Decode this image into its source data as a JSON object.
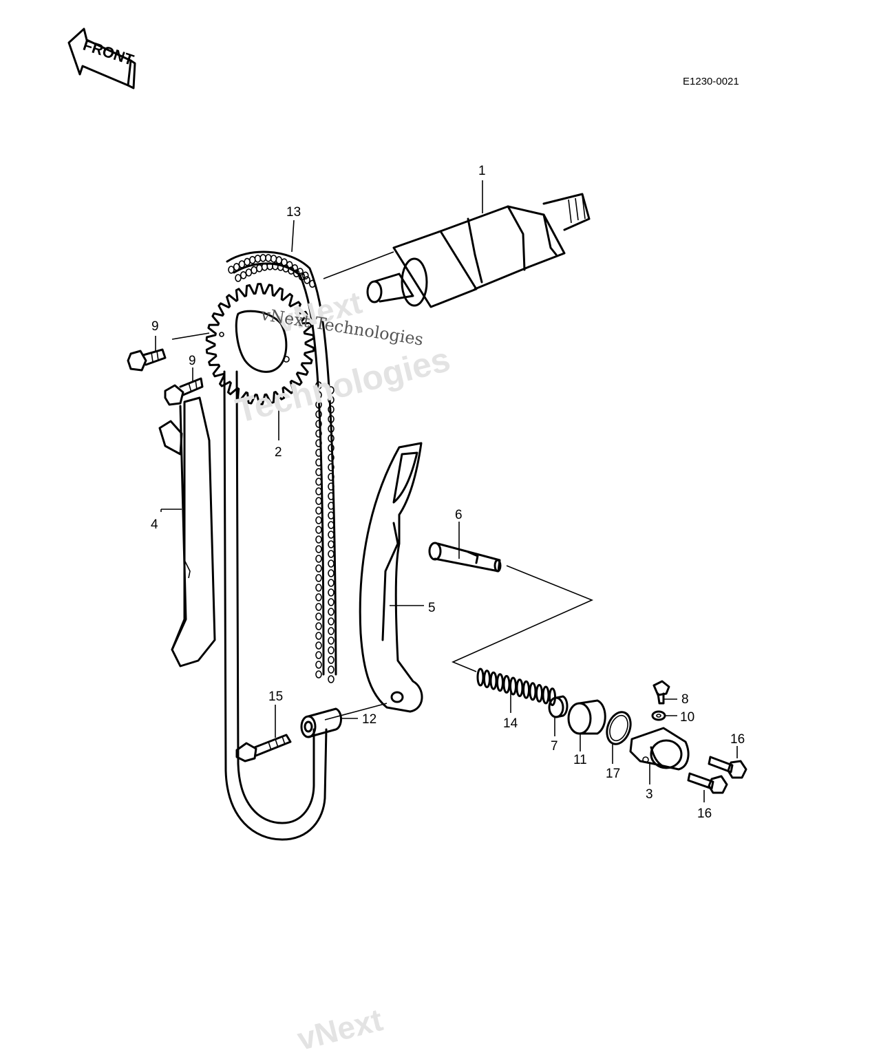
{
  "front_label": "FRONT",
  "diagram_code": "E1230-0021",
  "parts": [
    {
      "id": "camshaft",
      "ref": "1"
    },
    {
      "id": "sprocket",
      "ref": "2"
    },
    {
      "id": "tensioner-body",
      "ref": "3"
    },
    {
      "id": "chain-guide",
      "ref": "4"
    },
    {
      "id": "tensioner-guide",
      "ref": "5"
    },
    {
      "id": "pin",
      "ref": "6"
    },
    {
      "id": "retainer",
      "ref": "7"
    },
    {
      "id": "screw",
      "ref": "8"
    },
    {
      "id": "bolt-sprocket",
      "ref": "9"
    },
    {
      "id": "bolt-guide",
      "ref": "9"
    },
    {
      "id": "washer",
      "ref": "10"
    },
    {
      "id": "sleeve",
      "ref": "11"
    },
    {
      "id": "collar",
      "ref": "12"
    },
    {
      "id": "cam-chain",
      "ref": "13"
    },
    {
      "id": "spring",
      "ref": "14"
    },
    {
      "id": "bolt-long",
      "ref": "15"
    },
    {
      "id": "bolt-tensioner-upper",
      "ref": "16"
    },
    {
      "id": "bolt-tensioner-lower",
      "ref": "16"
    },
    {
      "id": "o-ring",
      "ref": "17"
    }
  ],
  "watermarks": [
    "vNext",
    "Technologies",
    "vNext Technologies"
  ]
}
